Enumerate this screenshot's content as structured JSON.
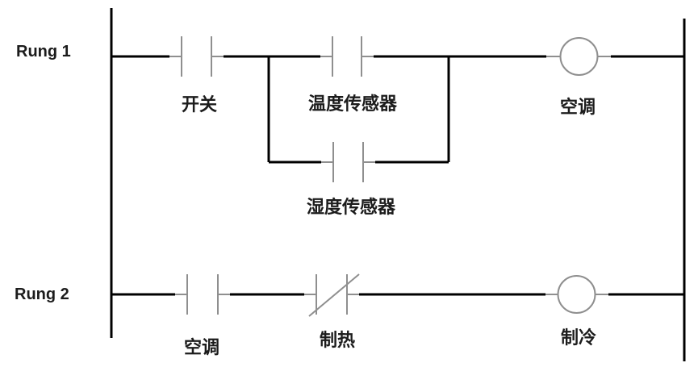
{
  "diagram": {
    "type": "ladder-logic",
    "rungs": [
      {
        "label": "Rung 1",
        "elements": [
          {
            "kind": "contact-normally-open",
            "label": "开关"
          },
          {
            "kind": "parallel-branch",
            "branches": [
              {
                "kind": "contact-normally-open",
                "label": "温度传感器"
              },
              {
                "kind": "contact-normally-open",
                "label": "湿度传感器"
              }
            ]
          },
          {
            "kind": "coil",
            "label": "空调"
          }
        ]
      },
      {
        "label": "Rung 2",
        "elements": [
          {
            "kind": "contact-normally-open",
            "label": "空调"
          },
          {
            "kind": "contact-normally-closed",
            "label": "制热"
          },
          {
            "kind": "coil",
            "label": "制冷"
          }
        ]
      }
    ]
  },
  "colors": {
    "wire": "#000000",
    "symbol": "#8f8f8f",
    "text": "#1c1c1c",
    "background": "#ffffff"
  }
}
